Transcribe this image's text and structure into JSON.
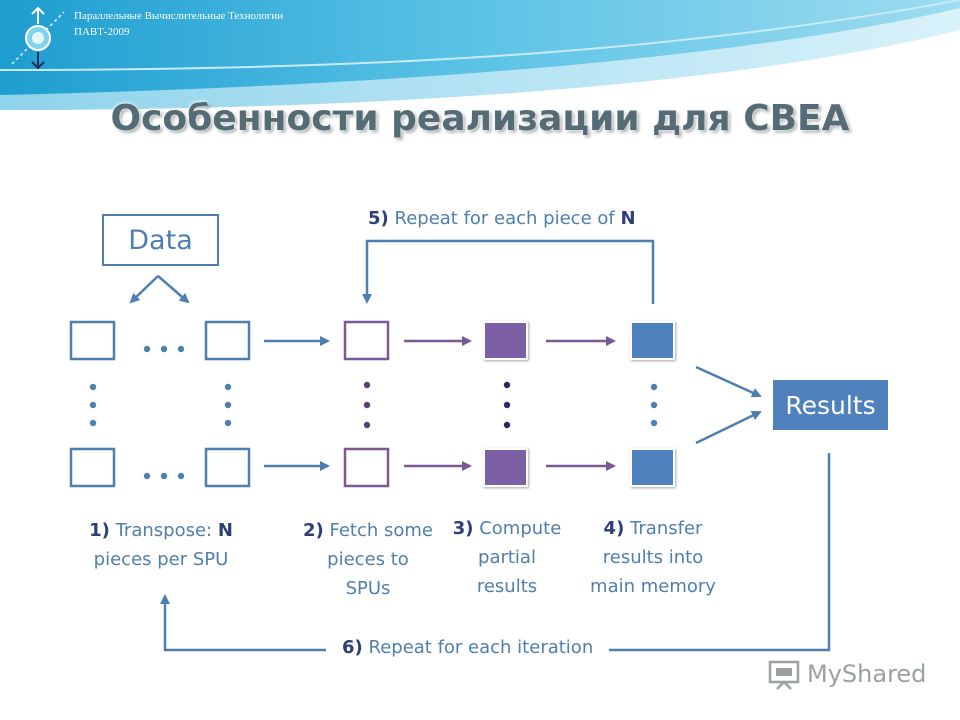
{
  "header": {
    "line1": "Параллельные Вычислительные Технологии",
    "line2": "ПАВТ-2009"
  },
  "title": "Особенности реализации для CBEA",
  "diagram": {
    "data_label": "Data",
    "results_label": "Results",
    "step1_num": "1)",
    "step1_text": "Transpose:",
    "step1_N": "N",
    "step1_rest": "pieces per SPU",
    "step2_num": "2)",
    "step2_text": "Fetch some",
    "step2_rest1": "pieces to",
    "step2_rest2": "SPUs",
    "step3_num": "3)",
    "step3_text": "Compute",
    "step3_rest1": "partial",
    "step3_rest2": "results",
    "step4_num": "4)",
    "step4_text": "Transfer",
    "step4_rest1": "results into",
    "step4_rest2": "main memory",
    "step5_num": "5)",
    "step5_text": "Repeat for each piece of",
    "step5_N": "N",
    "step6_num": "6)",
    "step6_text": "Repeat for each iteration",
    "ellipsis": "• • •"
  },
  "logo": {
    "text": "MyShared"
  },
  "colors": {
    "outline_blue": "#4f7fae",
    "outline_purple": "#7b5a93",
    "fill_purple": "#7c5fa4",
    "fill_blue": "#4f81bd",
    "arrow": "#4f7fae"
  }
}
